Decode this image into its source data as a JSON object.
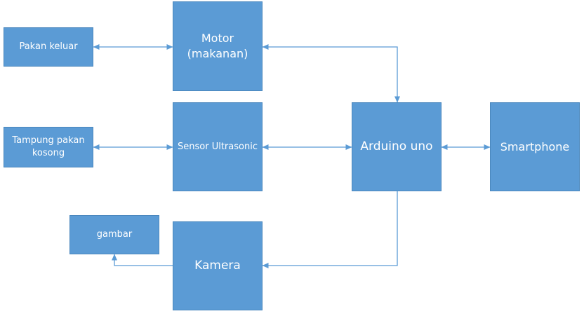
{
  "colors": {
    "box_fill": "#5b9bd5",
    "connector": "#5b9bd5",
    "text": "#ffffff"
  },
  "boxes": {
    "pakan_keluar": "Pakan keluar",
    "motor": "Motor\n(makanan)",
    "tampung": "Tampung pakan\nkosong",
    "sensor": "Sensor Ultrasonic",
    "arduino": "Arduino uno",
    "smartphone": "Smartphone",
    "gambar": "gambar",
    "kamera": "Kamera"
  }
}
